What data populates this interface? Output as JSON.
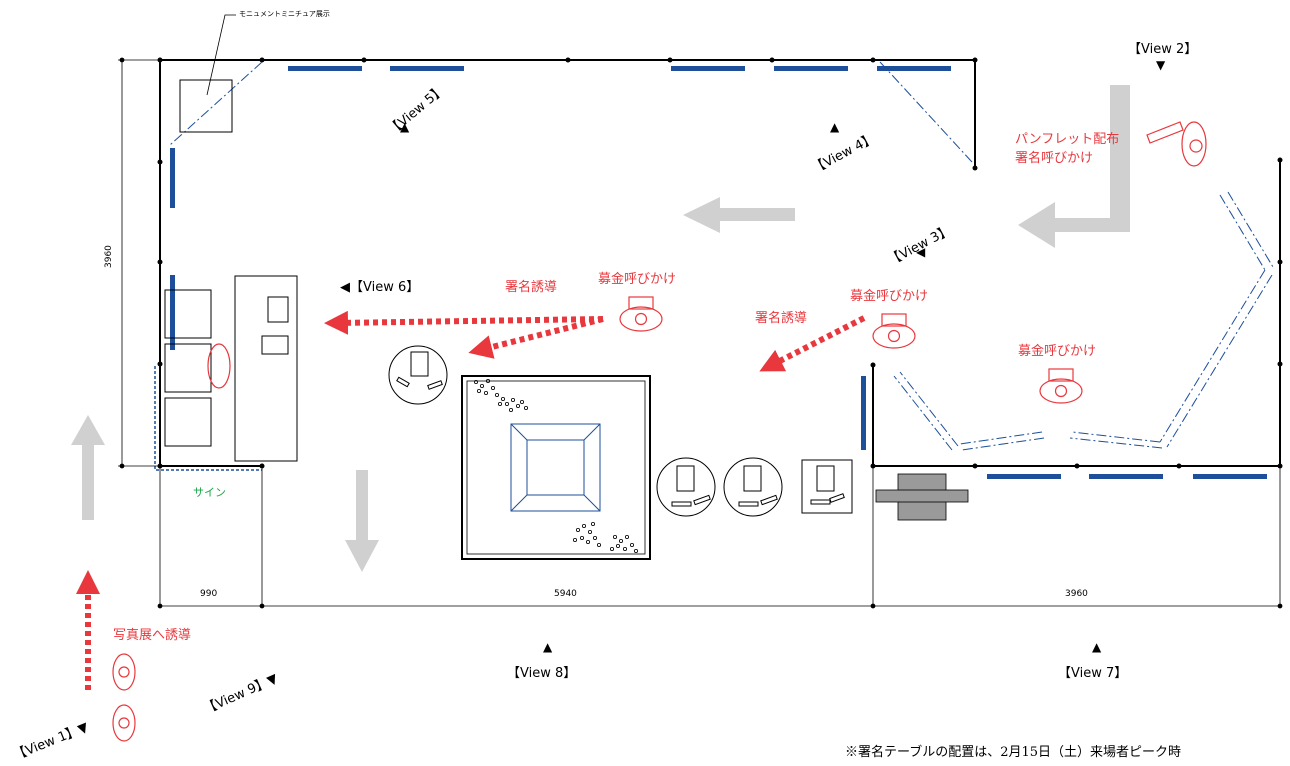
{
  "callout": "モニュメントミニチュア展示",
  "views": {
    "v1": "【View 1】▼",
    "v2": "【View 2】",
    "v3": "【View 3】",
    "v4": "【View 4】",
    "v5": "【View 5】",
    "v6": "◀【View 6】",
    "v7": "【View 7】",
    "v8": "【View 8】",
    "v9": "【View 9】▼"
  },
  "labels": {
    "pamphlet_1": "パンフレット配布",
    "pamphlet_2": "署名呼びかけ",
    "donation_a": "募金呼びかけ",
    "donation_b": "募金呼びかけ",
    "donation_c": "募金呼びかけ",
    "signature_guide_a": "署名誘導",
    "signature_guide_b": "署名誘導",
    "photo_guide": "写真展へ誘導",
    "sign": "サイン"
  },
  "dimensions": {
    "d990": "990",
    "d5940": "5940",
    "d3960_bottom": "3960",
    "d3960_left": "3960"
  },
  "note": "※署名テーブルの配置は、2月15日（土）来場者ピーク時",
  "colors": {
    "wall": "#000000",
    "panel_blue": "#1d4f9a",
    "guide_red": "#e8383d",
    "flow_arrow": "#d0d0d0",
    "sign_green": "#17a548"
  }
}
